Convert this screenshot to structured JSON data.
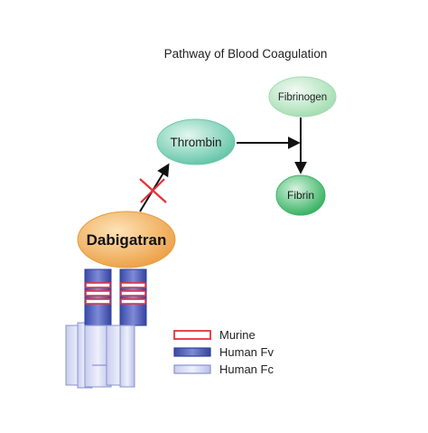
{
  "title": "Pathway of Blood Coagulation",
  "nodes": {
    "fibrinogen": "Fibrinogen",
    "thrombin": "Thrombin",
    "fibrin": "Fibrin",
    "dabigatran": "Dabigatran"
  },
  "legend": [
    {
      "label": "Murine",
      "color": "#e8303a",
      "fill": "#ffffff"
    },
    {
      "label": "Human Fv",
      "color": "#2f3f9f",
      "fill": "#5d6ec5"
    },
    {
      "label": "Human Fc",
      "color": "#8a93cf",
      "fill": "#dcdff4"
    }
  ],
  "colors": {
    "thrombin": "#8ad5c0",
    "fibrinogen": "#c9ecd3",
    "fibrin": "#5fcb84",
    "dabigatran": "#f6b45a",
    "inhibit_mark": "#e8303a"
  }
}
